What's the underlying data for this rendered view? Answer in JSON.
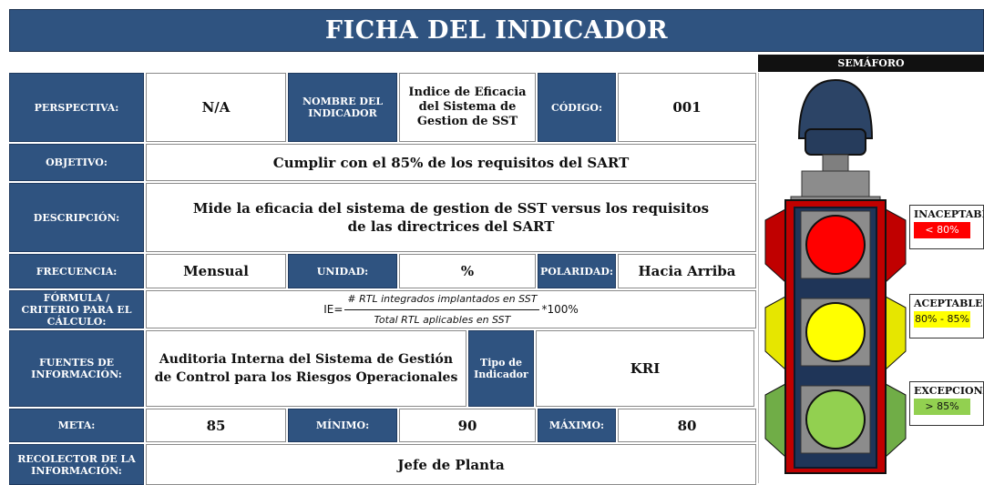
{
  "title": "FICHA DEL INDICADOR",
  "semaforo": {
    "header": "SEMÁFORO",
    "legend": [
      {
        "label": "INACEPTABLE",
        "value": "< 80%",
        "color": "#ff0000",
        "text_color": "#ffffff"
      },
      {
        "label": "ACEPTABLE",
        "value": "80% - 85%",
        "color": "#ffff00",
        "text_color": "#111111"
      },
      {
        "label": "EXCEPCIONAL",
        "value": "> 85%",
        "color": "#92d050",
        "text_color": "#111111"
      }
    ]
  },
  "fields": {
    "perspectiva_label": "PERSPECTIVA:",
    "perspectiva_value": "N/A",
    "nombre_label": "NOMBRE DEL INDICADOR",
    "nombre_value": "Indice de Eficacia del Sistema de Gestion de SST",
    "codigo_label": "CÓDIGO:",
    "codigo_value": "001",
    "objetivo_label": "OBJETIVO:",
    "objetivo_value": "Cumplir con el 85% de los requisitos del SART",
    "descripcion_label": "DESCRIPCIÓN:",
    "descripcion_value": "Mide la eficacia del sistema de gestion de SST versus los requisitos de las directrices del SART",
    "frecuencia_label": "FRECUENCIA:",
    "frecuencia_value": "Mensual",
    "unidad_label": "UNIDAD:",
    "unidad_value": "%",
    "polaridad_label": "POLARIDAD:",
    "polaridad_value": "Hacia Arriba",
    "formula_label": "FÓRMULA / CRITERIO PARA EL CÁLCULO:",
    "formula_prefix": "IE=",
    "formula_numerator": "# RTL integrados implantados en SST",
    "formula_denominator": "Total RTL aplicables en SST",
    "formula_suffix": "*100%",
    "fuentes_label": "FUENTES DE INFORMACIÓN:",
    "fuentes_value": "Auditoria Interna del Sistema de Gestión de Control para los Riesgos Operacionales",
    "tipo_label": "Tipo de Indicador",
    "tipo_value": "KRI",
    "meta_label": "META:",
    "meta_value": "85",
    "minimo_label": "MÍNIMO:",
    "minimo_value": "90",
    "maximo_label": "MÁXIMO:",
    "maximo_value": "80",
    "recolector_label": "RECOLECTOR DE LA INFORMACIÓN:",
    "recolector_value": "Jefe de Planta"
  }
}
